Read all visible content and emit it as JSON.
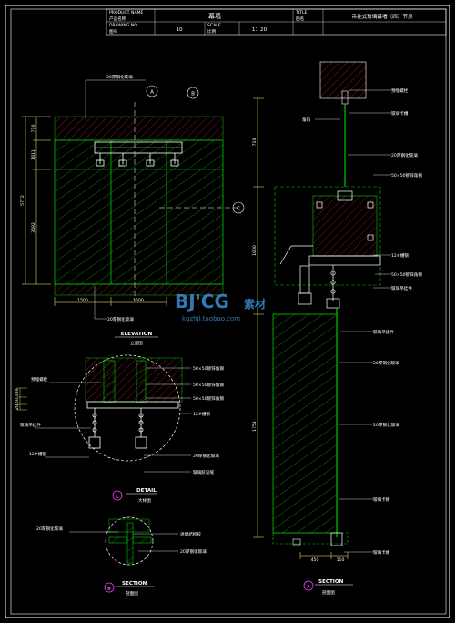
{
  "title_block": {
    "product_name_en": "PRODUCT NAME",
    "product_name_cn": "产品名称",
    "product_value": "幕墙",
    "drawing_no_en": "DRAWING NO.",
    "drawing_no_cn": "图号",
    "drawing_no_value": "10",
    "scale_en": "SCALE",
    "scale_cn": "比例",
    "scale_value": "1：20",
    "title_en": "TITLE",
    "title_cn": "图名",
    "title_value": "吊挂式玻璃幕墙（四）节点"
  },
  "elevation": {
    "label_top": "20厚钢化玻璃",
    "label_bottom": "20厚钢化玻璃",
    "callout_a": "A",
    "callout_b": "B",
    "callout_c": "C",
    "dim_total": "5772",
    "dim_1": "710",
    "dim_2": "1811",
    "dim_3": "3692",
    "dim_w1": "1500",
    "dim_w2": "1500",
    "title_en": "ELEVATION",
    "title_cn": "立面图"
  },
  "detail_c": {
    "labels_left": [
      "预埋螺栓",
      "玻璃吊挂件",
      "12#槽钢"
    ],
    "labels_right": [
      "50×50镀锌角钢",
      "50×50镀锌角钢",
      "50×50镀锌角钢",
      "12#槽钢",
      "20厚钢化玻璃",
      "玻璃胶勾缝"
    ],
    "dims_left": [
      "100",
      "50",
      "20"
    ],
    "badge": "C",
    "title_en": "DETAIL",
    "title_cn": "大样图"
  },
  "section_b": {
    "label_left": "20厚钢化玻璃",
    "label_right_1": "透明结构胶",
    "label_right_2": "20厚钢化玻璃",
    "badge": "B",
    "title_en": "SECTION",
    "title_cn": "剖面图"
  },
  "section_a": {
    "labels": [
      "预埋螺栓",
      "玻璃卡槽",
      "角码",
      "20厚钢化玻璃",
      "50×50镀锌角钢",
      "12#槽钢",
      "50×50镀锌角钢",
      "玻璃吊挂件",
      "玻璃吊挂件",
      "20厚钢化玻璃",
      "20厚钢化玻璃",
      "玻璃卡槽",
      "玻璃卡槽"
    ],
    "dims_v": [
      "710",
      "1800",
      "1754"
    ],
    "dims_h": [
      "450",
      "110"
    ],
    "badge": "A",
    "title_en": "SECTION",
    "title_cn": "剖面图"
  },
  "watermark": {
    "logo": "BJ'CG",
    "logo_cn": "素材",
    "url": "kqzhjl.taobao.com"
  },
  "colors": {
    "background": "#000000",
    "frame": "#ffffff",
    "glass": "#00c800",
    "hatch": "#00a000",
    "structure": "#ffffff",
    "dim": "#ffff66",
    "callout": "#ff33ff",
    "concrete": "#ff3333",
    "leader": "#ffffff"
  }
}
